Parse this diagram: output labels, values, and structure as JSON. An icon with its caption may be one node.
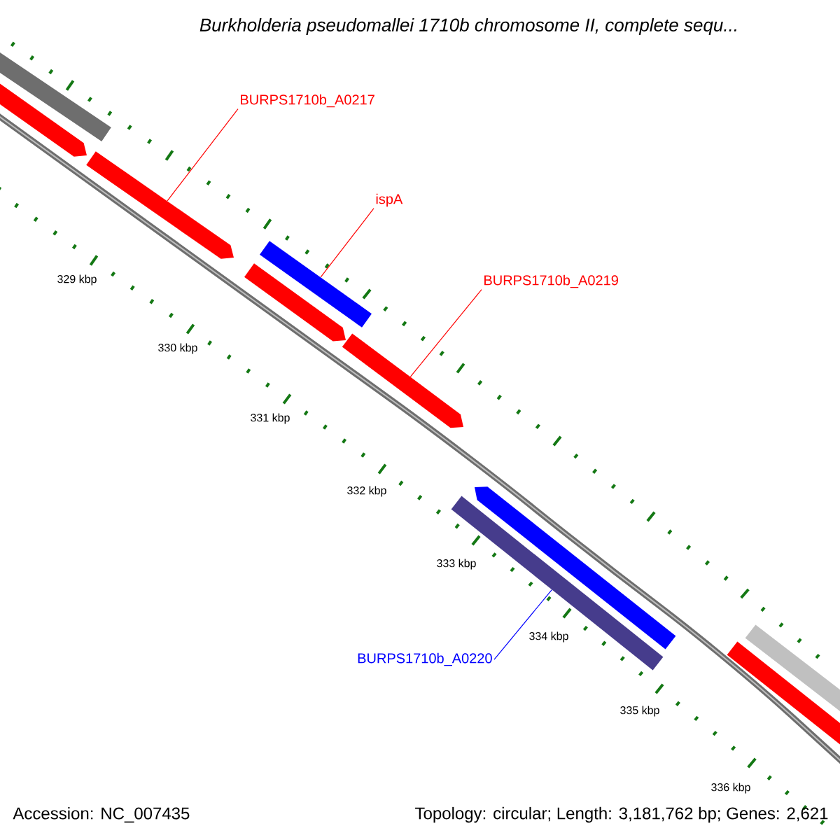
{
  "diagram": {
    "title": "Burkholderia pseudomallei 1710b chromosome II, complete sequ...",
    "nodes": [
      {
        "text": [
          "BURPS1710b_A0217"
        ]
      },
      {
        "text": [
          "ispA"
        ]
      },
      {
        "text": [
          "BURPS1710b_A0219"
        ]
      },
      {
        "text": [
          "BURPS1710b_A0220"
        ]
      },
      {
        "text": [],
        "shape": "bar"
      },
      {
        "text": [],
        "shape": "bar"
      },
      {
        "text": [],
        "shape": "bar"
      },
      {
        "text": [],
        "shape": "bar"
      },
      {
        "text": [],
        "shape": "bar"
      },
      {
        "text": [],
        "shape": "bar"
      },
      {
        "text": [],
        "shape": "bar"
      },
      {
        "text": [],
        "shape": "bar"
      },
      {
        "text": [],
        "shape": "bar"
      },
      {
        "text": [],
        "shape": "bar"
      }
    ],
    "edges": [
      {
        "from": 0,
        "to": 6,
        "arrow": "none"
      },
      {
        "from": 1,
        "to": 8,
        "arrow": "none"
      },
      {
        "from": 2,
        "to": 9,
        "arrow": "none"
      },
      {
        "from": 3,
        "to": 10,
        "arrow": "none",
        "color": "#0000ff"
      }
    ],
    "labels": [
      "329 kbp",
      "330 kbp",
      "331 kbp",
      "332 kbp",
      "333 kbp",
      "334 kbp",
      "335 kbp",
      "336 kbp",
      "Accession: NC_007435",
      "Topology: circular; Length: 3,181,762 bp; Genes: 2,621"
    ]
  }
}
